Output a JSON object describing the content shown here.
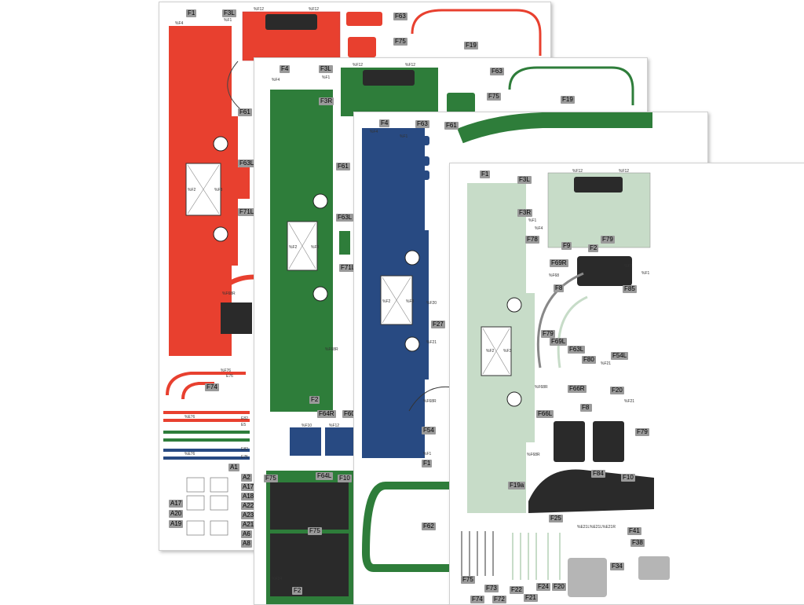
{
  "colors": {
    "red": "#e8402f",
    "green": "#2e7d3a",
    "blue": "#284a82",
    "mint": "#c7dcc8",
    "dark": "#2a2a2a",
    "label_bg": "#9a9a9a"
  },
  "sheets": {
    "red": {
      "labels": [
        "F1",
        "F3L",
        "F63",
        "F75",
        "F19",
        "F61",
        "F63L",
        "F71L",
        "F74",
        "A1",
        "A2",
        "A17",
        "A18",
        "A17",
        "A20",
        "A19",
        "A22",
        "A23",
        "A21",
        "A6",
        "A8"
      ],
      "tiny": [
        "%F4",
        "%F12",
        "%F12",
        "%F1",
        "%F68R",
        "%F2",
        "%F3",
        "%F76",
        "E76",
        "%E76",
        "E82",
        "E5",
        "%E76",
        "E82",
        "E75"
      ]
    },
    "green": {
      "labels": [
        "F4",
        "F3L",
        "F63",
        "F19",
        "F3R",
        "F75",
        "F61",
        "F63L",
        "F71L",
        "F2",
        "F64R",
        "F60",
        "F64L",
        "F10",
        "F75",
        "F2",
        "F75"
      ],
      "tiny": [
        "%F4",
        "%F12",
        "%F12",
        "%F1",
        "%F2",
        "%F3",
        "%F68R",
        "%F10",
        "%F12",
        "%F24"
      ]
    },
    "blue": {
      "labels": [
        "F4",
        "F63",
        "F61",
        "F27",
        "F54",
        "F1",
        "F62"
      ],
      "tiny": [
        "%F4",
        "%F1",
        "%F2",
        "%F3",
        "%F20",
        "%F21",
        "%F68R",
        "%F1"
      ]
    },
    "mint": {
      "labels": [
        "F1",
        "F3L",
        "F3R",
        "F78",
        "F79",
        "F2",
        "F69R",
        "F69L",
        "F8",
        "F79",
        "F63L",
        "F80",
        "F54L",
        "F85",
        "F66L",
        "F8",
        "F20",
        "F84",
        "F10",
        "F79",
        "F19a",
        "F25",
        "F41",
        "F38",
        "F34",
        "F75",
        "F74",
        "F73",
        "F72",
        "F22",
        "F24",
        "F20",
        "F21",
        "F9",
        "F66R",
        "F8"
      ],
      "tiny": [
        "%F12",
        "%F12",
        "%F1",
        "%F4",
        "%F68",
        "%F2",
        "%F3",
        "%F68R",
        "%F1",
        "%F68R",
        "%F21",
        "%E21L",
        "%E21L",
        "%E21R",
        "%F21",
        "%F1"
      ]
    }
  }
}
